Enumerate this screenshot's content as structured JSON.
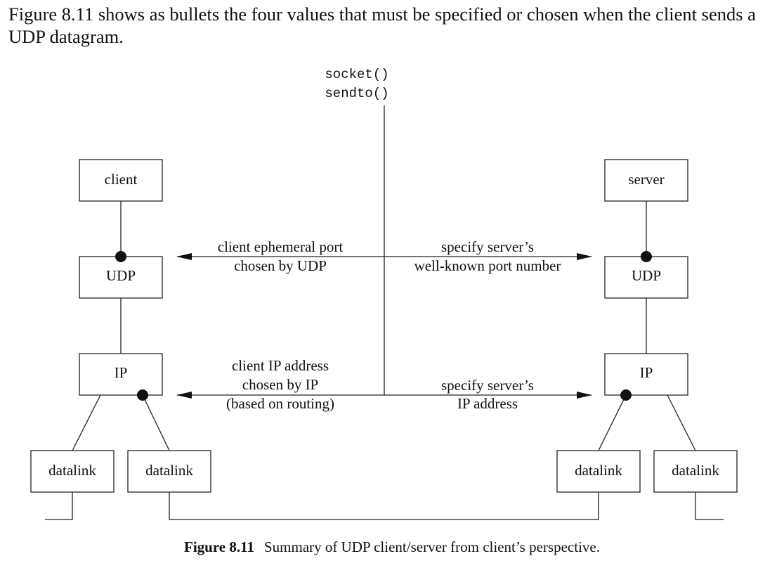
{
  "intro": "Figure 8.11 shows as bullets the four values that must be specified or chosen when the client sends a UDP datagram.",
  "diagram": {
    "calls": [
      "socket()",
      "sendto()"
    ],
    "client_stack": {
      "app": "client",
      "transport": "UDP",
      "network": "IP",
      "links": [
        "datalink",
        "datalink"
      ]
    },
    "server_stack": {
      "app": "server",
      "transport": "UDP",
      "network": "IP",
      "links": [
        "datalink",
        "datalink"
      ]
    },
    "annotations": {
      "client_port": [
        "client ephemeral port",
        "chosen by UDP"
      ],
      "server_port": [
        "specify server’s",
        "well-known port number"
      ],
      "client_ip": [
        "client IP address",
        "chosen by IP",
        "(based on routing)"
      ],
      "server_ip": [
        "specify server’s",
        "IP address"
      ]
    }
  },
  "caption": {
    "label": "Figure 8.11",
    "text": "Summary of UDP client/server from client’s perspective."
  }
}
